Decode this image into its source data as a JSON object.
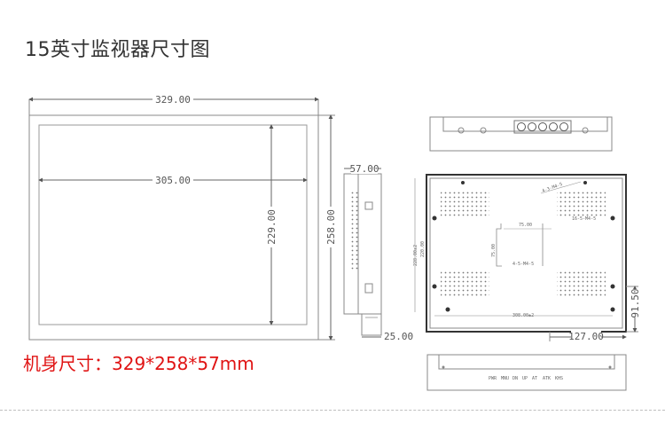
{
  "title": "15英寸监视器尺寸图",
  "summary": "机身尺寸：329*258*57mm",
  "front_view": {
    "outer_width": "329.00",
    "inner_width": "305.00",
    "inner_height": "229.00",
    "outer_height": "258.00"
  },
  "side_view": {
    "depth": "57.00",
    "bottom": "25.00"
  },
  "back_view": {
    "right_height": "91.50",
    "bottom_width": "127.00",
    "small_labels": [
      "75.00",
      "75.00",
      "4-5-M4-5",
      "4-3-M4-5",
      "16-5-M4-5",
      "308.00±2",
      "228.00±2",
      "220.00"
    ]
  },
  "bottom_view": {
    "port_labels": [
      "PWR",
      "MNU",
      "DN",
      "UP",
      "AT",
      "ATK",
      "KHS"
    ]
  }
}
